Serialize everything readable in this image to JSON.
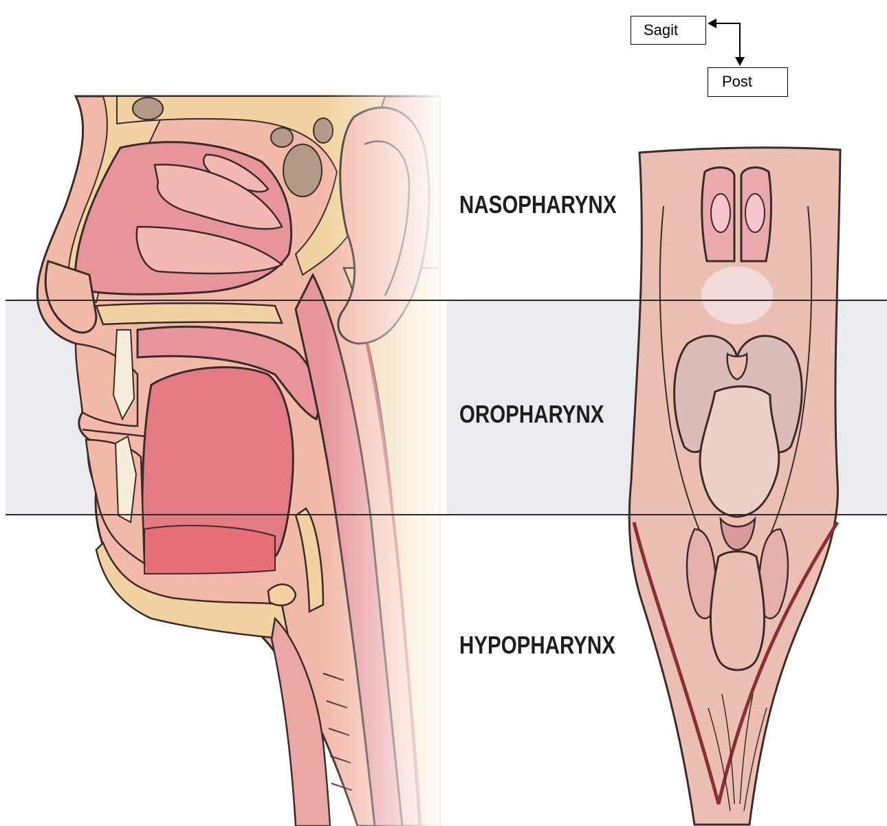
{
  "orientation": {
    "sagittal_label": "Sagit",
    "posterior_label": "Post"
  },
  "regions": {
    "nasopharynx": "NASOPHARYNX",
    "oropharynx": "OROPHARYNX",
    "hypopharynx": "HYPOPHARYNX"
  },
  "colors": {
    "band": "#ebecf0",
    "skin": "#f2b9a8",
    "bone": "#f1d2a0",
    "mucosa": "#e7959a",
    "tongue": "#e27b82",
    "outline": "#3a2a2a"
  }
}
